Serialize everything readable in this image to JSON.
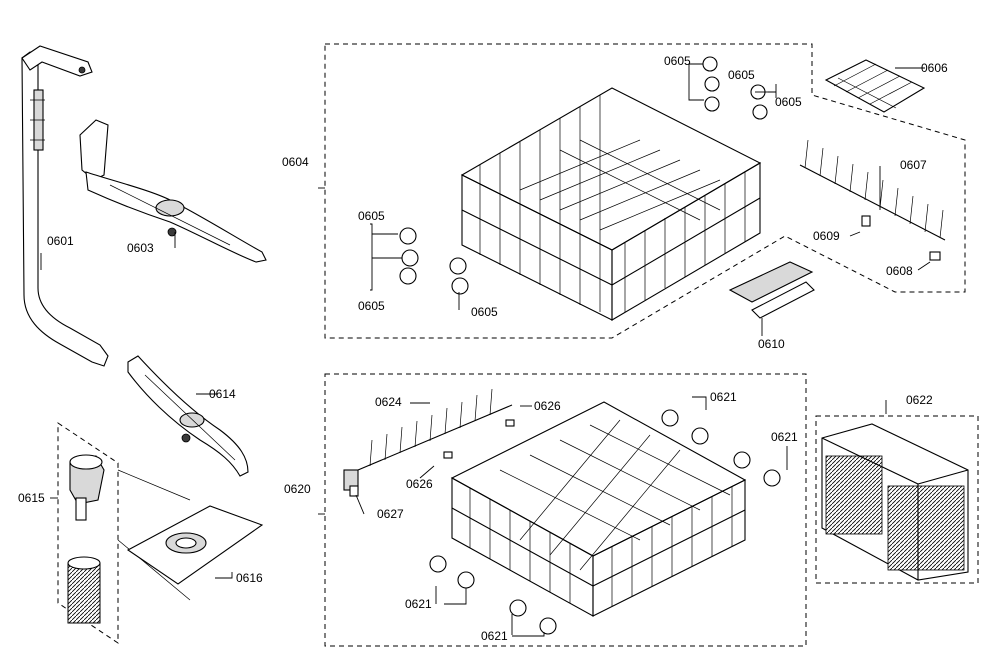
{
  "parts": {
    "p0601": "0601",
    "p0603": "0603",
    "p0604": "0604",
    "p0605": "0605",
    "p0606": "0606",
    "p0607": "0607",
    "p0608": "0608",
    "p0609": "0609",
    "p0610": "0610",
    "p0614": "0614",
    "p0615": "0615",
    "p0616": "0616",
    "p0620": "0620",
    "p0621": "0621",
    "p0622": "0622",
    "p0624": "0624",
    "p0626": "0626",
    "p0627": "0627"
  }
}
